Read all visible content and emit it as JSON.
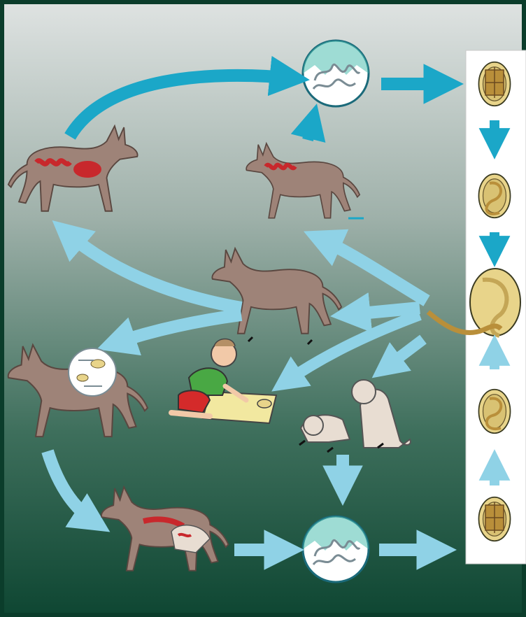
{
  "diagram": {
    "type": "life-cycle-illustration",
    "colors": {
      "background_top": "#dfe3e2",
      "background_bottom": "#0e4632",
      "frame": "#0b3d2b",
      "arrow_dark": "#1ba7c8",
      "arrow_light": "#8fd2e6",
      "dog": "#9e8378",
      "dog_outline": "#5a4740",
      "worm": "#c8282c",
      "egg_shell": "#e8d48a",
      "egg_yolk": "#b98f3a",
      "lens": "#ffffff",
      "lens_tint": "#4fbfb0",
      "panel": "#ffffff",
      "child_shirt": "#49a844",
      "child_shorts": "#d42a2a",
      "sandbox": "#f2e8a0",
      "puppy": "#e8ddd2"
    },
    "panel": {
      "egg_stages": [
        "undeveloped-egg",
        "early-larva-egg",
        "embryonated-egg-hatching",
        "coiled-larva-egg",
        "undeveloped-egg"
      ]
    },
    "icons": [
      "adult-dog-with-worms",
      "grazing-dog",
      "standing-dog",
      "dog-with-tissue-larvae",
      "nursing-dog-with-pups",
      "child-in-sandbox",
      "two-puppies",
      "eggs-in-feces-magnifier"
    ],
    "text": []
  }
}
